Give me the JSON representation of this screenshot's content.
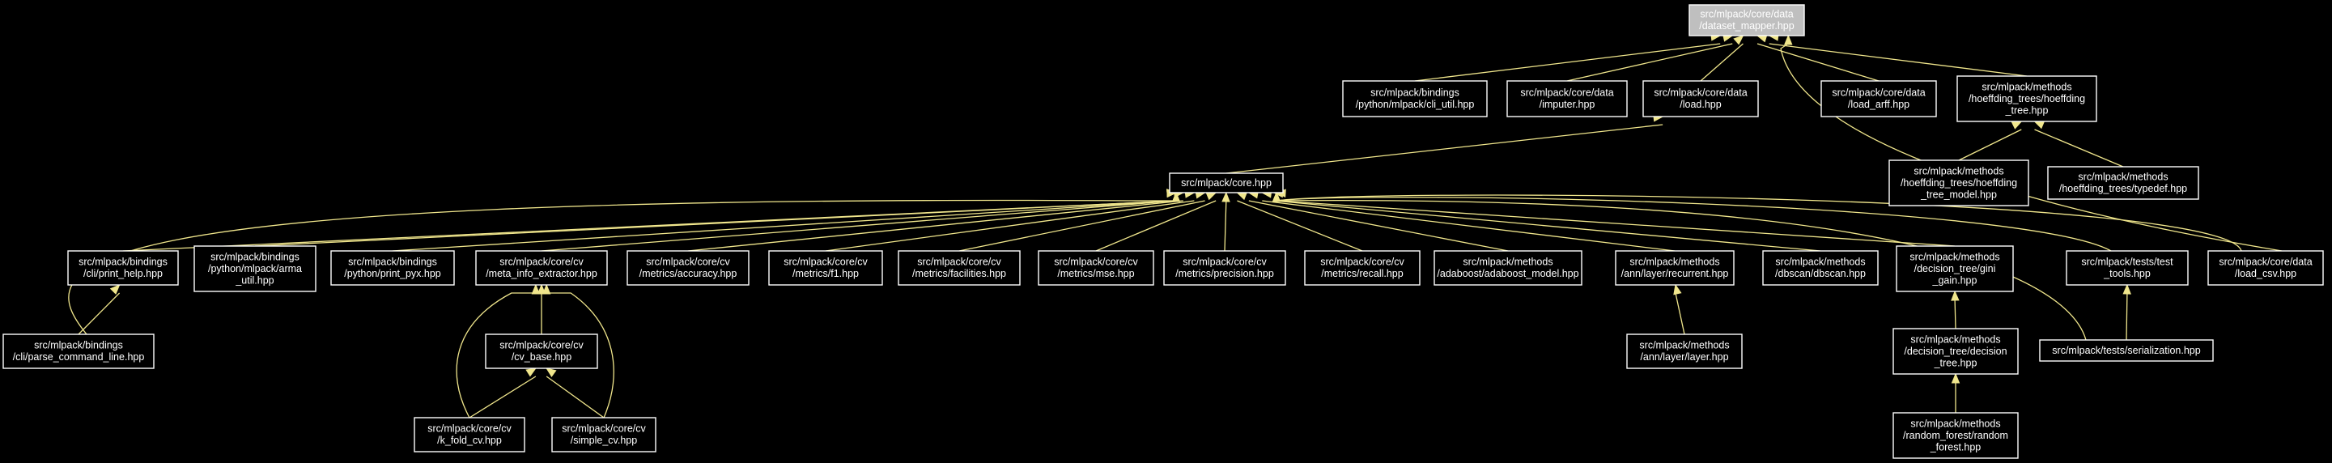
{
  "graph": {
    "colors": {
      "background": "#000000",
      "edge": "#f0e68c",
      "node_border": "#ffffff",
      "text": "#ffffff",
      "root_fill": "#bfbfbf",
      "root_text": "#000000"
    },
    "nodes": [
      {
        "id": "dataset_mapper",
        "lines": [
          "src/mlpack/core/data",
          "/dataset_mapper.hpp"
        ],
        "root": true
      },
      {
        "id": "cli_util",
        "lines": [
          "src/mlpack/bindings",
          "/python/mlpack/cli_util.hpp"
        ]
      },
      {
        "id": "imputer",
        "lines": [
          "src/mlpack/core/data",
          "/imputer.hpp"
        ]
      },
      {
        "id": "load",
        "lines": [
          "src/mlpack/core/data",
          "/load.hpp"
        ]
      },
      {
        "id": "load_arff",
        "lines": [
          "src/mlpack/core/data",
          "/load_arff.hpp"
        ]
      },
      {
        "id": "hoeffding_tree",
        "lines": [
          "src/mlpack/methods",
          "/hoeffding_trees/hoeffding",
          "_tree.hpp"
        ]
      },
      {
        "id": "hoeffding_tree_model",
        "lines": [
          "src/mlpack/methods",
          "/hoeffding_trees/hoeffding",
          "_tree_model.hpp"
        ]
      },
      {
        "id": "typedef",
        "lines": [
          "src/mlpack/methods",
          "/hoeffding_trees/typedef.hpp"
        ]
      },
      {
        "id": "core",
        "lines": [
          "src/mlpack/core.hpp"
        ]
      },
      {
        "id": "print_help",
        "lines": [
          "src/mlpack/bindings",
          "/cli/print_help.hpp"
        ]
      },
      {
        "id": "arma_util",
        "lines": [
          "src/mlpack/bindings",
          "/python/mlpack/arma",
          "_util.hpp"
        ]
      },
      {
        "id": "print_pyx",
        "lines": [
          "src/mlpack/bindings",
          "/python/print_pyx.hpp"
        ]
      },
      {
        "id": "meta_info",
        "lines": [
          "src/mlpack/core/cv",
          "/meta_info_extractor.hpp"
        ]
      },
      {
        "id": "accuracy",
        "lines": [
          "src/mlpack/core/cv",
          "/metrics/accuracy.hpp"
        ]
      },
      {
        "id": "f1",
        "lines": [
          "src/mlpack/core/cv",
          "/metrics/f1.hpp"
        ]
      },
      {
        "id": "facilities",
        "lines": [
          "src/mlpack/core/cv",
          "/metrics/facilities.hpp"
        ]
      },
      {
        "id": "mse",
        "lines": [
          "src/mlpack/core/cv",
          "/metrics/mse.hpp"
        ]
      },
      {
        "id": "precision",
        "lines": [
          "src/mlpack/core/cv",
          "/metrics/precision.hpp"
        ]
      },
      {
        "id": "recall",
        "lines": [
          "src/mlpack/core/cv",
          "/metrics/recall.hpp"
        ]
      },
      {
        "id": "adaboost",
        "lines": [
          "src/mlpack/methods",
          "/adaboost/adaboost_model.hpp"
        ]
      },
      {
        "id": "recurrent",
        "lines": [
          "src/mlpack/methods",
          "/ann/layer/recurrent.hpp"
        ]
      },
      {
        "id": "dbscan",
        "lines": [
          "src/mlpack/methods",
          "/dbscan/dbscan.hpp"
        ]
      },
      {
        "id": "gini_gain",
        "lines": [
          "src/mlpack/methods",
          "/decision_tree/gini",
          "_gain.hpp"
        ]
      },
      {
        "id": "test_tools",
        "lines": [
          "src/mlpack/tests/test",
          "_tools.hpp"
        ]
      },
      {
        "id": "load_csv",
        "lines": [
          "src/mlpack/core/data",
          "/load_csv.hpp"
        ]
      },
      {
        "id": "parse_cmd",
        "lines": [
          "src/mlpack/bindings",
          "/cli/parse_command_line.hpp"
        ]
      },
      {
        "id": "cv_base",
        "lines": [
          "src/mlpack/core/cv",
          "/cv_base.hpp"
        ]
      },
      {
        "id": "k_fold",
        "lines": [
          "src/mlpack/core/cv",
          "/k_fold_cv.hpp"
        ]
      },
      {
        "id": "simple_cv",
        "lines": [
          "src/mlpack/core/cv",
          "/simple_cv.hpp"
        ]
      },
      {
        "id": "layer",
        "lines": [
          "src/mlpack/methods",
          "/ann/layer/layer.hpp"
        ]
      },
      {
        "id": "decision_tree",
        "lines": [
          "src/mlpack/methods",
          "/decision_tree/decision",
          "_tree.hpp"
        ]
      },
      {
        "id": "random_forest",
        "lines": [
          "src/mlpack/methods",
          "/random_forest/random",
          "_forest.hpp"
        ]
      },
      {
        "id": "serialization",
        "lines": [
          "src/mlpack/tests/serialization.hpp"
        ]
      }
    ],
    "edges": [
      {
        "from": "cli_util",
        "to": "dataset_mapper"
      },
      {
        "from": "imputer",
        "to": "dataset_mapper"
      },
      {
        "from": "load",
        "to": "dataset_mapper"
      },
      {
        "from": "load_arff",
        "to": "dataset_mapper"
      },
      {
        "from": "hoeffding_tree",
        "to": "dataset_mapper"
      },
      {
        "from": "load_csv",
        "to": "dataset_mapper"
      },
      {
        "from": "core",
        "to": "load"
      },
      {
        "from": "hoeffding_tree_model",
        "to": "hoeffding_tree"
      },
      {
        "from": "typedef",
        "to": "hoeffding_tree"
      },
      {
        "from": "print_help",
        "to": "core"
      },
      {
        "from": "parse_cmd",
        "to": "core"
      },
      {
        "from": "arma_util",
        "to": "core"
      },
      {
        "from": "print_pyx",
        "to": "core"
      },
      {
        "from": "meta_info",
        "to": "core"
      },
      {
        "from": "accuracy",
        "to": "core"
      },
      {
        "from": "f1",
        "to": "core"
      },
      {
        "from": "facilities",
        "to": "core"
      },
      {
        "from": "mse",
        "to": "core"
      },
      {
        "from": "precision",
        "to": "core"
      },
      {
        "from": "recall",
        "to": "core"
      },
      {
        "from": "adaboost",
        "to": "core"
      },
      {
        "from": "recurrent",
        "to": "core"
      },
      {
        "from": "dbscan",
        "to": "core"
      },
      {
        "from": "gini_gain",
        "to": "core"
      },
      {
        "from": "test_tools",
        "to": "core"
      },
      {
        "from": "load_csv",
        "to": "core"
      },
      {
        "from": "serialization",
        "to": "core"
      },
      {
        "from": "parse_cmd",
        "to": "print_help"
      },
      {
        "from": "cv_base",
        "to": "meta_info"
      },
      {
        "from": "k_fold",
        "to": "meta_info"
      },
      {
        "from": "simple_cv",
        "to": "meta_info"
      },
      {
        "from": "k_fold",
        "to": "cv_base"
      },
      {
        "from": "simple_cv",
        "to": "cv_base"
      },
      {
        "from": "layer",
        "to": "recurrent"
      },
      {
        "from": "decision_tree",
        "to": "gini_gain"
      },
      {
        "from": "random_forest",
        "to": "decision_tree"
      },
      {
        "from": "serialization",
        "to": "test_tools"
      }
    ]
  }
}
